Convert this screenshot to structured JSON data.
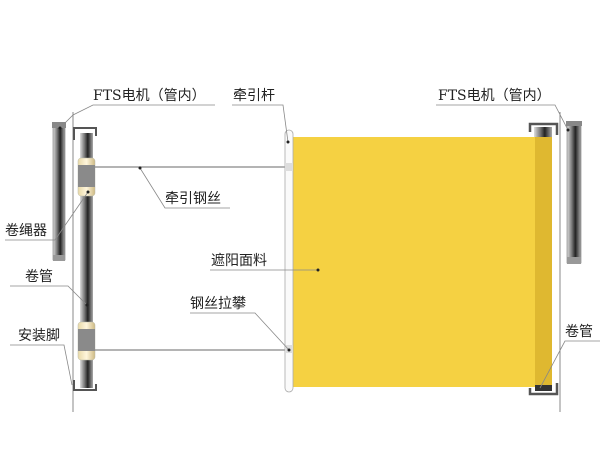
{
  "labels": {
    "motor_left": "FTS电机（管内）",
    "pull_rod": "牵引杆",
    "traction_wire": "牵引钢丝",
    "rope_winder": "卷绳器",
    "fabric": "遮阳面料",
    "roll_tube_left": "卷管",
    "wire_tensioner": "钢丝拉攀",
    "mount_foot": "安装脚",
    "motor_right": "FTS电机（管内）",
    "roll_tube_right": "卷管"
  },
  "colors": {
    "fabric": "#f5d142",
    "fabric_edge": "#d9b12c",
    "tube": "#555555",
    "winder": "#f3e6bf"
  }
}
